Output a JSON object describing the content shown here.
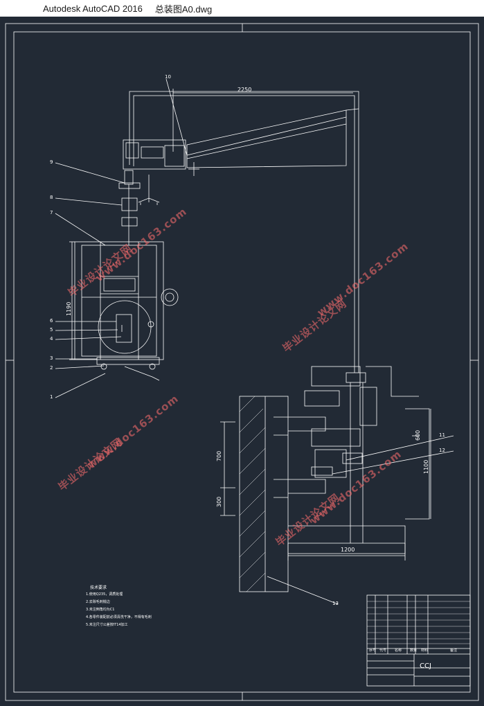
{
  "window": {
    "app_title": "Autodesk AutoCAD 2016",
    "file_name": "总装图A0.dwg"
  },
  "drawing": {
    "dimensions": {
      "top_span": "2250",
      "height_left": "1190",
      "height_700": "700",
      "height_300": "300",
      "base_width": "1200",
      "right_600": "600",
      "right_1100": "1100"
    },
    "part_labels": [
      "1",
      "2",
      "3",
      "4",
      "5",
      "6",
      "7",
      "8",
      "9",
      "10",
      "11",
      "12",
      "13"
    ],
    "notes": {
      "title": "技术要求",
      "lines": [
        "1.使用Q235，调质处理",
        "2.去除毛刺锐边",
        "3.未注倒角均为C1",
        "4.各零件装配前必须清洗干净，不得有毛刺",
        "5.未注尺寸公差按IT14加工"
      ]
    },
    "title_block": {
      "code": "CCJ",
      "headers": [
        "序号",
        "代号",
        "名称",
        "数量",
        "材料",
        "备注"
      ]
    },
    "watermark": {
      "url": "www.doc163.com",
      "site_name": "毕业设计论文网"
    }
  },
  "colors": {
    "canvas_bg": "#222a35",
    "line": "#ffffff",
    "watermark": "#ff6e6e"
  }
}
